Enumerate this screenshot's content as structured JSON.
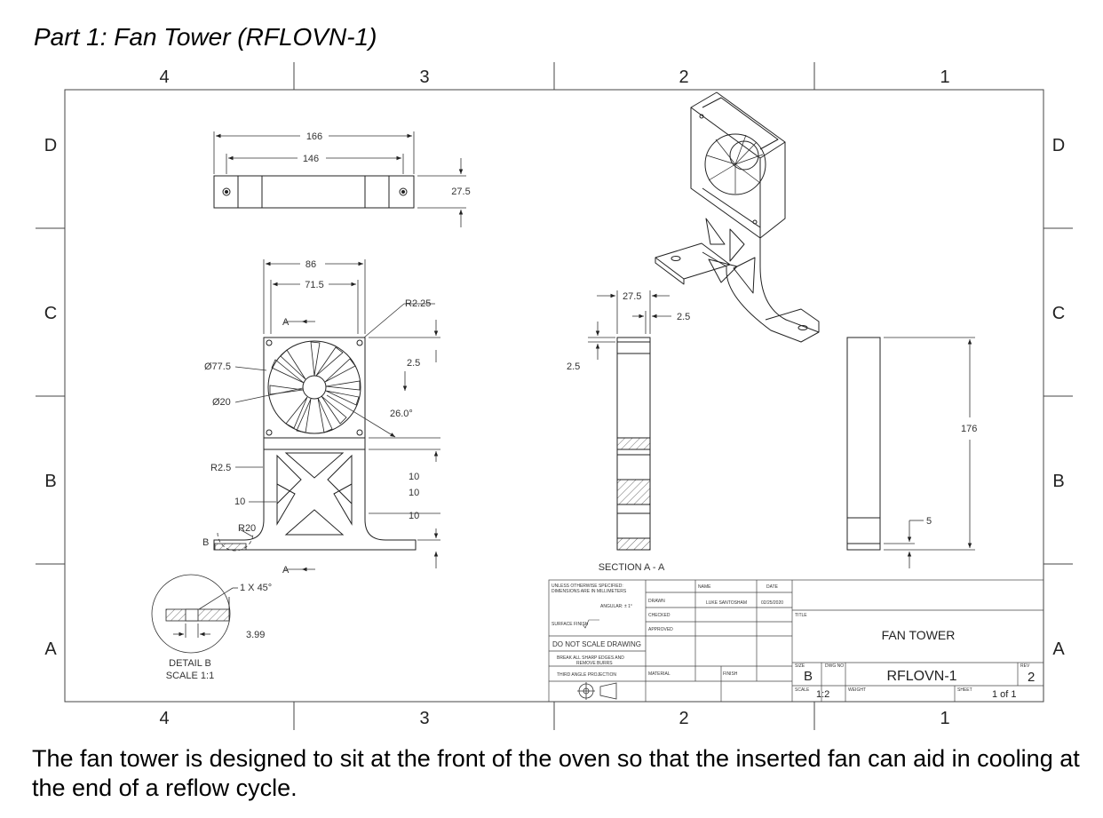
{
  "heading": "Part 1: Fan Tower (RFLOVN-1)",
  "caption": "The fan tower is designed to sit at the front of the oven so that the inserted fan can aid in cooling at the end of a reflow cycle.",
  "zones": {
    "col_4": "4",
    "col_3": "3",
    "col_2": "2",
    "col_1": "1",
    "row_d": "D",
    "row_c": "C",
    "row_b": "B",
    "row_a": "A"
  },
  "dimensions": {
    "top_overall": "166",
    "top_hole_spacing": "146",
    "top_depth": "27.5",
    "front_width": "86",
    "front_hole_spacing": "71.5",
    "corner_radius": "R2.25",
    "fan_diameter": "Ø77.5",
    "hub_diameter": "Ø20",
    "edge_offset": "2.5",
    "blade_angle": "26.0°",
    "fillet_small": "R2.5",
    "rib_width": "10",
    "fillet_large": "R20",
    "gap_1": "10",
    "gap_2": "10",
    "gap_3": "10",
    "section_width": "27.5",
    "section_wall": "2.5",
    "section_lip": "2.5",
    "side_height": "176",
    "base_thickness": "5",
    "chamfer": "1 X 45°",
    "detail_width": "3.99"
  },
  "labels": {
    "section_marker_top": "A",
    "section_marker_bottom": "A",
    "detail_marker": "B",
    "section_title": "SECTION A - A",
    "detail_title": "DETAIL B",
    "detail_scale": "SCALE 1:1"
  },
  "title_block": {
    "unless": "UNLESS OTHERWISE SPECIFIED:",
    "units": "DIMENSIONS ARE IN MILLIMETERS",
    "angular": "ANGULAR: ± 1°",
    "surface_finish": "SURFACE FINISH",
    "do_not_scale": "DO NOT SCALE DRAWING",
    "break_edges_1": "BREAK ALL SHARP EDGES AND",
    "break_edges_2": "REMOVE BURRS",
    "projection": "THIRD ANGLE PROJECTION",
    "col_name": "NAME",
    "col_date": "DATE",
    "drawn": "DRAWN",
    "drawn_name": "LUKE SANTOSHAM",
    "drawn_date": "02/25/2020",
    "checked": "CHECKED",
    "approved": "APPROVED",
    "material": "MATERIAL",
    "finish": "FINISH",
    "title_label": "TITLE",
    "title": "FAN TOWER",
    "size_label": "SIZE",
    "size": "B",
    "dwg_label": "DWG NO",
    "dwg_no": "RFLOVN-1",
    "rev_label": "REV",
    "rev": "2",
    "scale_label": "SCALE",
    "scale": "1:2",
    "weight_label": "WEIGHT",
    "sheet_label": "SHEET",
    "sheet": "1 of 1"
  }
}
